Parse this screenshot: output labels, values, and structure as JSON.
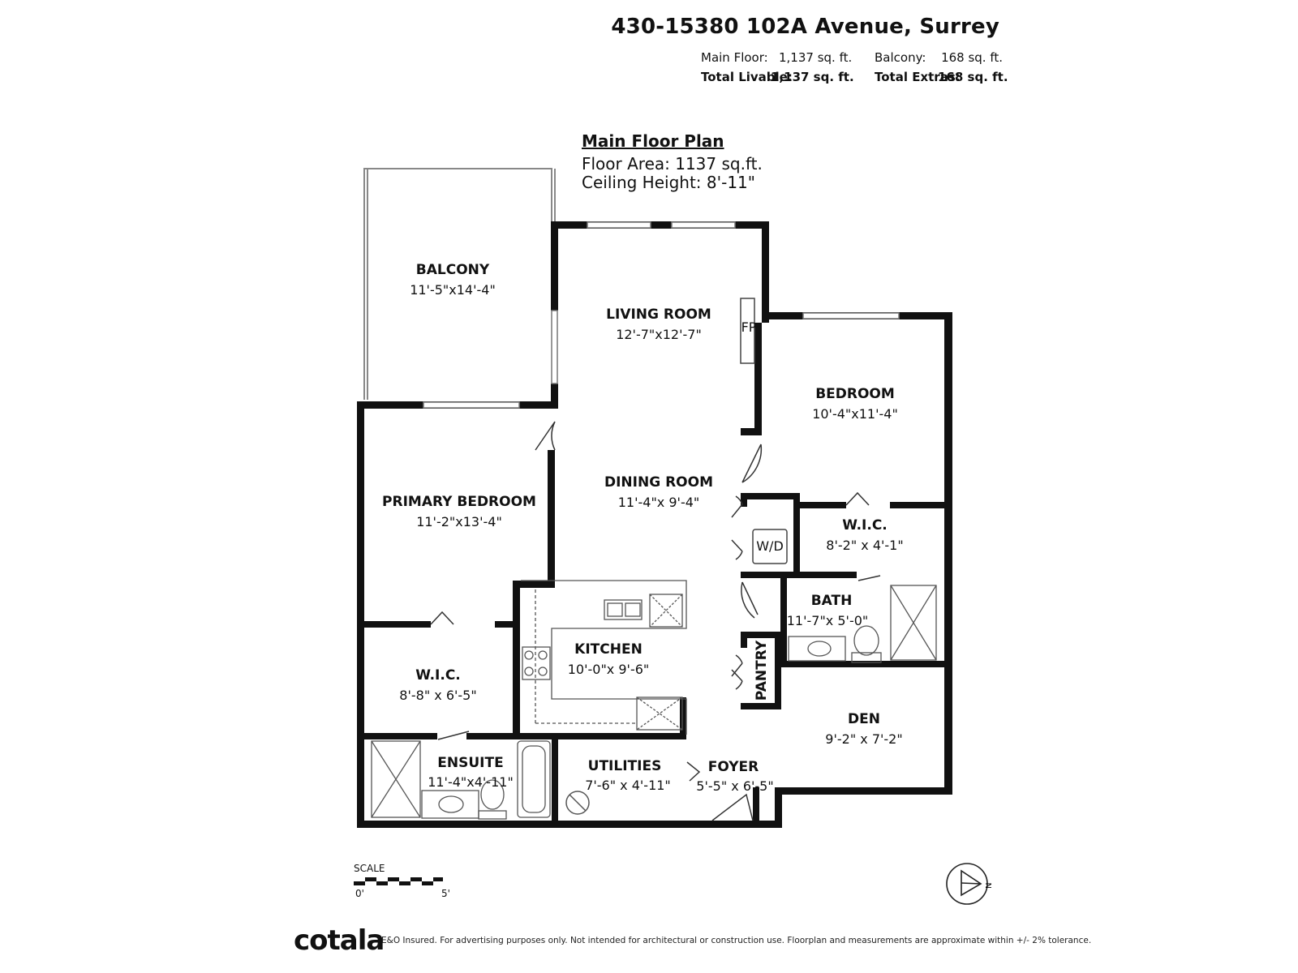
{
  "header": {
    "address": "430-15380 102A Avenue, Surrey",
    "main_floor_label": "Main Floor:",
    "main_floor_value": "1,137 sq. ft.",
    "balcony_label": "Balcony:",
    "balcony_value": "168 sq. ft.",
    "total_livable_label": "Total Livable:",
    "total_livable_value": "1,137 sq. ft.",
    "total_extras_label": "Total Extras:",
    "total_extras_value": "168 sq. ft."
  },
  "plan": {
    "title": "Main Floor Plan",
    "floor_area": "Floor Area: 1137 sq.ft.",
    "ceiling_height": "Ceiling Height: 8'-11\""
  },
  "rooms": {
    "balcony": {
      "name": "BALCONY",
      "dim": "11'-5\"x14'-4\""
    },
    "living": {
      "name": "LIVING ROOM",
      "dim": "12'-7\"x12'-7\""
    },
    "fireplace": {
      "name": "FP"
    },
    "bedroom": {
      "name": "BEDROOM",
      "dim": "10'-4\"x11'-4\""
    },
    "dining": {
      "name": "DINING ROOM",
      "dim": "11'-4\"x 9'-4\""
    },
    "primary": {
      "name": "PRIMARY BEDROOM",
      "dim": "11'-2\"x13'-4\""
    },
    "wd": {
      "name": "W/D"
    },
    "wic_right": {
      "name": "W.I.C.",
      "dim": "8'-2\" x 4'-1\""
    },
    "bath": {
      "name": "BATH",
      "dim": "11'-7\"x 5'-0\""
    },
    "kitchen": {
      "name": "KITCHEN",
      "dim": "10'-0\"x 9'-6\""
    },
    "pantry": {
      "name": "PANTRY"
    },
    "wic_left": {
      "name": "W.I.C.",
      "dim": "8'-8\" x 6'-5\""
    },
    "den": {
      "name": "DEN",
      "dim": "9'-2\" x 7'-2\""
    },
    "ensuite": {
      "name": "ENSUITE",
      "dim": "11'-4\"x4'-11\""
    },
    "utilities": {
      "name": "UTILITIES",
      "dim": "7'-6\" x 4'-11\""
    },
    "foyer": {
      "name": "FOYER",
      "dim": "5'-5\" x 6'-5\""
    }
  },
  "scale": {
    "label": "SCALE",
    "min": "0'",
    "max": "5'"
  },
  "compass": {
    "label": "N"
  },
  "footer": {
    "logo": "cotala",
    "disclaimer": "E&O Insured. For advertising purposes only. Not intended for architectural or construction use. Floorplan and measurements are approximate within +/- 2% tolerance."
  }
}
